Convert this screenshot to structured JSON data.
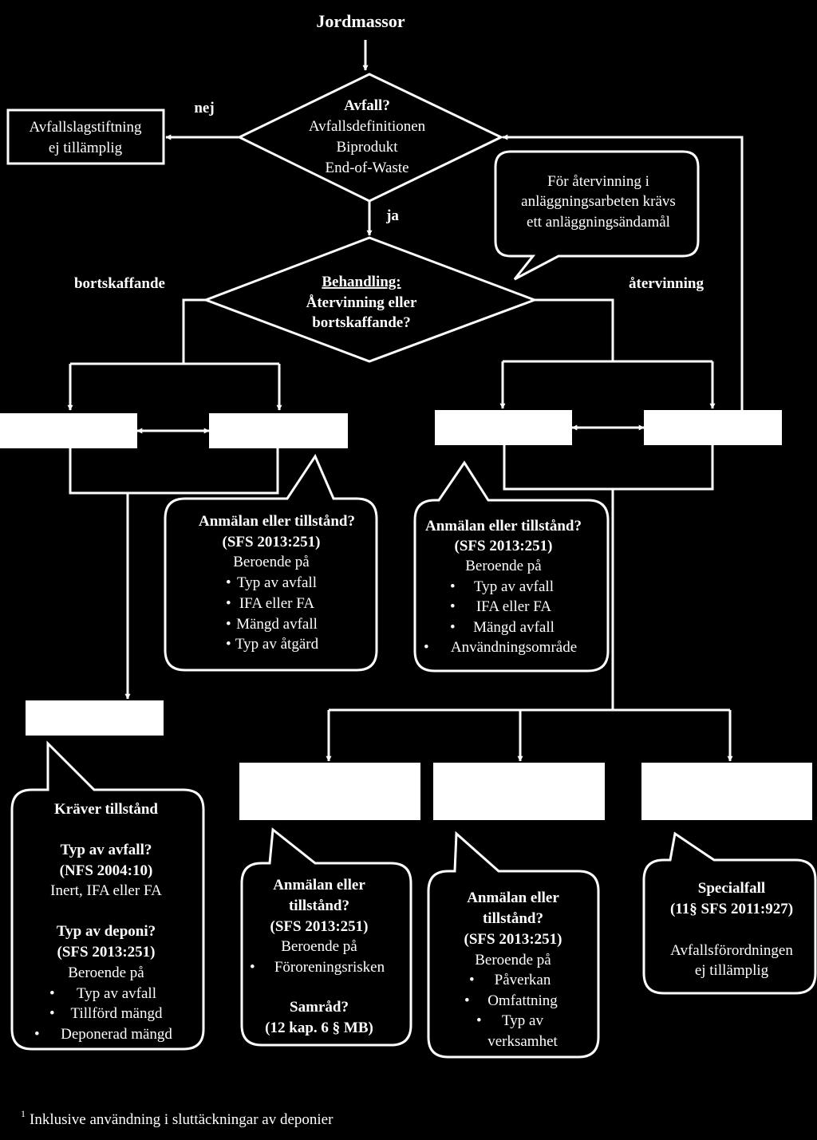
{
  "diagram": {
    "start": "Jordmassor",
    "decision_waste": {
      "title": "Avfall?",
      "lines": [
        "Avfallsdefinitionen",
        "Biprodukt",
        "End-of-Waste"
      ]
    },
    "label_no": "nej",
    "label_yes": "ja",
    "box_not_applicable": [
      "Avfallslagstiftning",
      "ej tillämplig"
    ],
    "bubble_recovery_purpose": [
      "För återvinning i",
      "anläggningsarbeten krävs",
      "ett anläggningsändamål"
    ],
    "label_disposal": "bortskaffande",
    "label_recovery": "återvinning",
    "decision_treatment": {
      "title": "Behandling:",
      "lines": [
        "Återvinning eller",
        "bortskaffande?"
      ]
    },
    "bubble_disposal_permit": {
      "title": "Anmälan eller tillstånd?",
      "ref": "(SFS 2013:251)",
      "intro": "Beroende på",
      "bullets": [
        "Typ av avfall",
        "IFA eller FA",
        "Mängd avfall",
        "Typ av åtgärd"
      ]
    },
    "bubble_recovery_permit": {
      "title": "Anmälan eller tillstånd?",
      "ref": "(SFS 2013:251)",
      "intro": "Beroende på",
      "bullets": [
        "Typ av avfall",
        "IFA eller FA",
        "Mängd avfall",
        "Användningsområde"
      ]
    },
    "bubble_landfill": {
      "heading": "Kräver tillstånd",
      "q1": "Typ av avfall?",
      "q1_ref": "(NFS 2004:10)",
      "q1_answer": "Inert, IFA eller FA",
      "q2": "Typ av deponi?",
      "q2_ref": "(SFS 2013:251)",
      "intro": "Beroende på",
      "bullets": [
        "Typ av avfall",
        "Tillförd mängd",
        "Deponerad mängd"
      ]
    },
    "bubble_branch_1": {
      "title_lines": [
        "Anmälan eller",
        "tillstånd?"
      ],
      "ref": "(SFS 2013:251)",
      "intro": "Beroende på",
      "bullets": [
        "Föroreningsrisken"
      ],
      "q2": "Samråd?",
      "q2_ref": "(12 kap. 6 § MB)"
    },
    "bubble_branch_2": {
      "title_lines": [
        "Anmälan eller",
        "tillstånd?"
      ],
      "ref": "(SFS 2013:251)",
      "intro": "Beroende på",
      "bullets": [
        "Påverkan",
        "Omfattning",
        "Typ av"
      ],
      "bullet_cont": "verksamhet"
    },
    "bubble_special": {
      "title": "Specialfall",
      "ref": "(11§ SFS 2011:927)",
      "lines": [
        "Avfallsförordningen",
        "ej tillämplig"
      ]
    },
    "footnote_mark": "1",
    "footnote": "Inklusive användning i sluttäckningar av deponier"
  }
}
